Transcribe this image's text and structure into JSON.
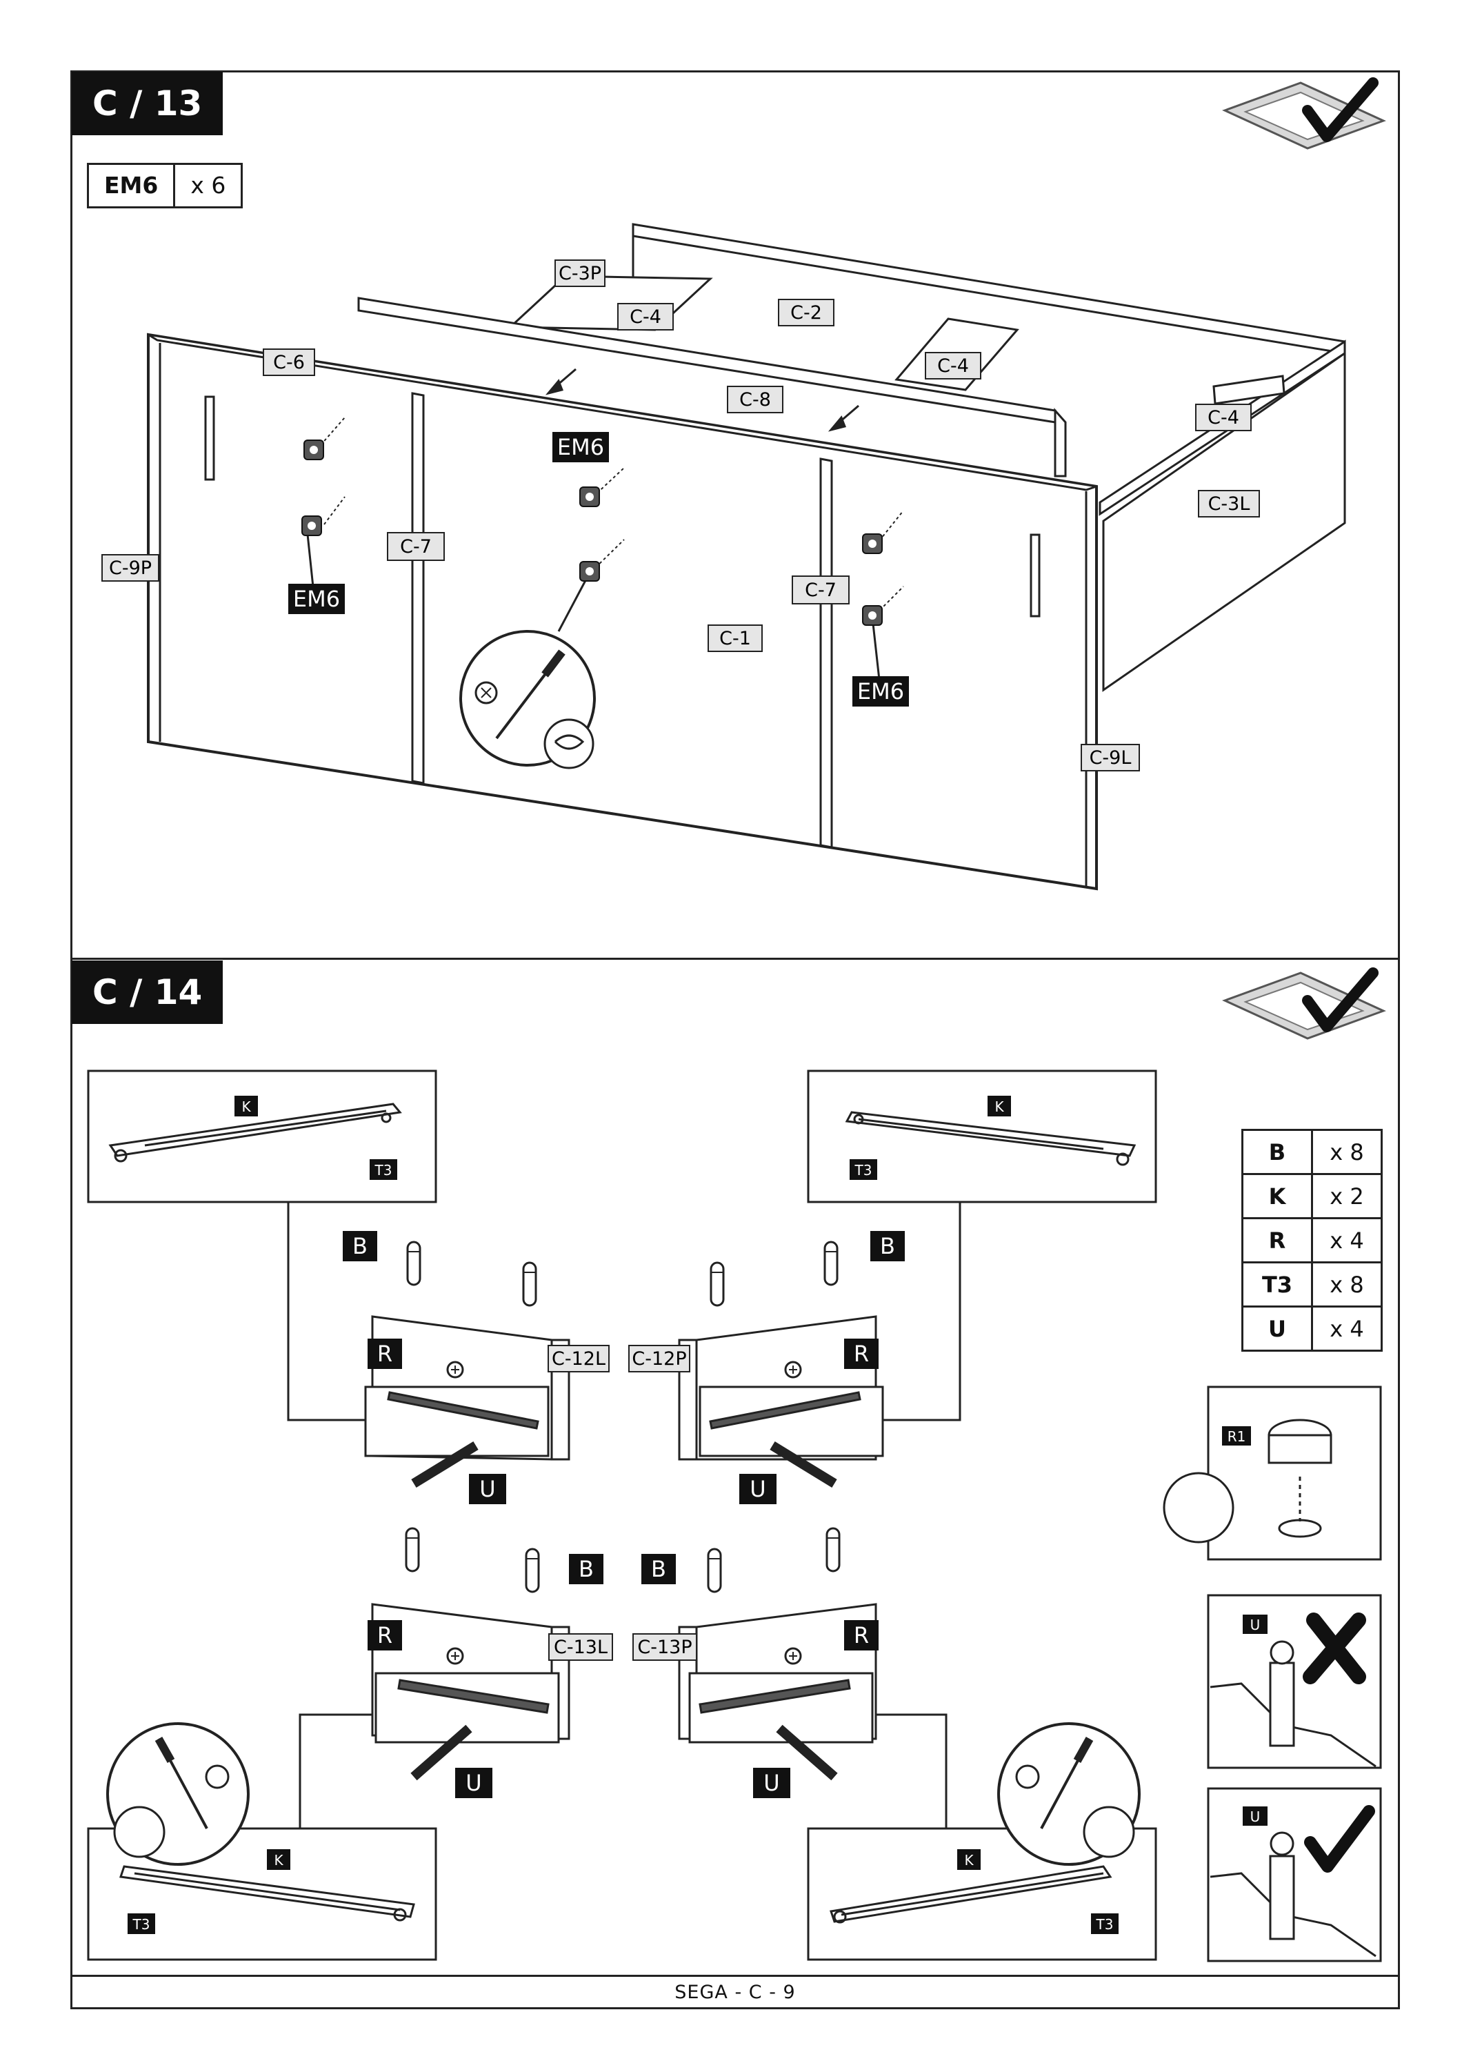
{
  "footer": "SEGA - C - 9",
  "step13": {
    "title": "C / 13",
    "parts": {
      "code": "EM6",
      "qty": "x 6"
    },
    "labels": {
      "c3p": "C-3P",
      "c4a": "C-4",
      "c2": "C-2",
      "c6": "C-6",
      "c4b": "C-4",
      "c8": "C-8",
      "c4c": "C-4",
      "em6a": "EM6",
      "c3l": "C-3L",
      "c7a": "C-7",
      "c9p": "C-9P",
      "em6b": "EM6",
      "c7b": "C-7",
      "c1": "C-1",
      "em6c": "EM6",
      "c9l": "C-9L"
    }
  },
  "step14": {
    "title": "C / 14",
    "qty_table": [
      {
        "code": "B",
        "qty": "x 8"
      },
      {
        "code": "K",
        "qty": "x 2"
      },
      {
        "code": "R",
        "qty": "x 4"
      },
      {
        "code": "T3",
        "qty": "x 8"
      },
      {
        "code": "U",
        "qty": "x 4"
      }
    ],
    "labels": {
      "k1": "K",
      "t3a": "T3",
      "k2": "K",
      "t3b": "T3",
      "b1": "B",
      "b2": "B",
      "b3": "B",
      "b4": "B",
      "r1": "R",
      "r2": "R",
      "r3": "R",
      "r4": "R",
      "u1": "U",
      "u2": "U",
      "u3": "U",
      "u4": "U",
      "c12l": "C-12L",
      "c12p": "C-12P",
      "c13l": "C-13L",
      "c13p": "C-13P",
      "k3": "K",
      "t3c": "T3",
      "k4": "K",
      "t3d": "T3",
      "r1cam": "R1",
      "u5": "U",
      "u6": "U"
    }
  }
}
